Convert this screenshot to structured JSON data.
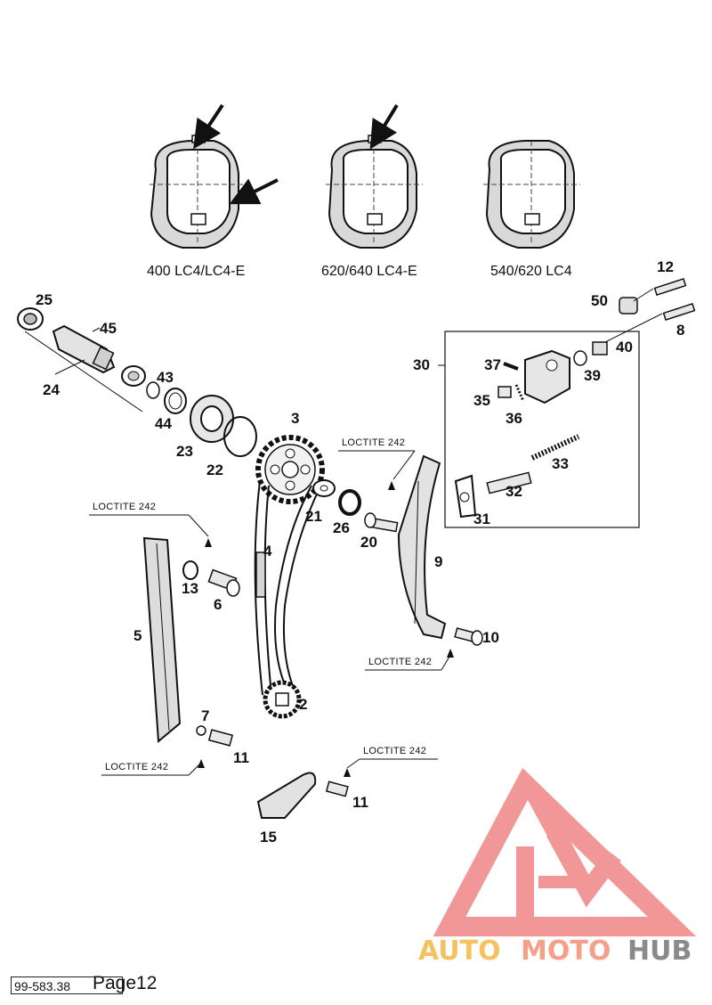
{
  "variants": [
    "400 LC4/LC4-E",
    "620/640 LC4-E",
    "540/620 LC4"
  ],
  "part_numbers": {
    "p2": "2",
    "p3": "3",
    "p4": "4",
    "p5": "5",
    "p6": "6",
    "p7": "7",
    "p8": "8",
    "p9": "9",
    "p10": "10",
    "p11a": "11",
    "p11b": "11",
    "p12": "12",
    "p13": "13",
    "p15": "15",
    "p20": "20",
    "p21": "21",
    "p22": "22",
    "p23": "23",
    "p24": "24",
    "p25": "25",
    "p26": "26",
    "p30": "30",
    "p31": "31",
    "p32": "32",
    "p33": "33",
    "p35": "35",
    "p36": "36",
    "p37": "37",
    "p39": "39",
    "p40": "40",
    "p43": "43",
    "p44": "44",
    "p45": "45",
    "p50": "50"
  },
  "loctite_label": "LOCTITE 242",
  "watermark": {
    "auto": "AUTO",
    "moto": "MOTO",
    "hub": "HUB",
    "colors": {
      "logo": "#f08c8c",
      "auto": "#f5c262",
      "moto": "#f4a08a",
      "hub": "#8a8a8a"
    }
  },
  "footer": {
    "code": "99-583.38",
    "page": "Page12"
  }
}
